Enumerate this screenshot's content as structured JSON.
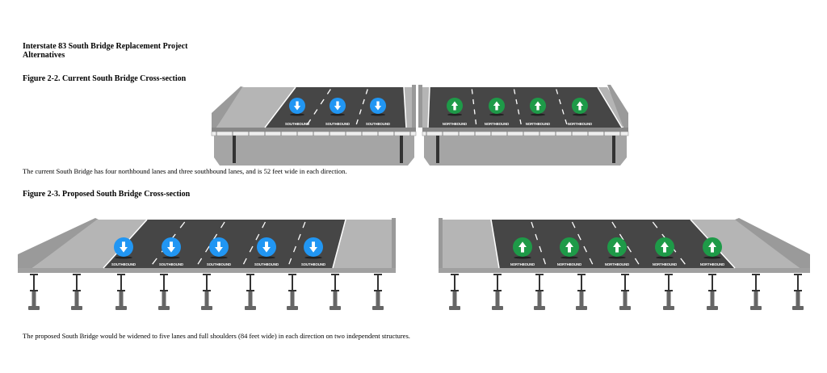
{
  "document": {
    "title_line1": "Interstate 83 South Bridge Replacement Project",
    "title_line2": "Alternatives",
    "figure_2_2": {
      "heading": "Figure 2-2. Current South Bridge Cross-section",
      "caption": "The current South Bridge has four northbound lanes and three southbound lanes, and is 52 feet wide in each direction.",
      "southbound_lanes": [
        "SOUTHBOUND",
        "SOUTHBOUND",
        "SOUTHBOUND"
      ],
      "northbound_lanes": [
        "NORTHBOUND",
        "NORTHBOUND",
        "NORTHBOUND",
        "NORTHBOUND"
      ]
    },
    "figure_2_3": {
      "heading": "Figure 2-3. Proposed South Bridge Cross-section",
      "caption": "The proposed South Bridge would be widened to five lanes and full shoulders (84 feet wide) in each direction on two independent structures.",
      "southbound_lanes": [
        "SOUTHBOUND",
        "SOUTHBOUND",
        "SOUTHBOUND",
        "SOUTHBOUND",
        "SOUTHBOUND"
      ],
      "northbound_lanes": [
        "NORTHBOUND",
        "NORTHBOUND",
        "NORTHBOUND",
        "NORTHBOUND",
        "NORTHBOUND"
      ]
    }
  },
  "colors": {
    "southbound": "#2196f3",
    "northbound": "#1e9a48",
    "asphalt": "#4a4a4a",
    "concrete": "#a8a8a8"
  }
}
